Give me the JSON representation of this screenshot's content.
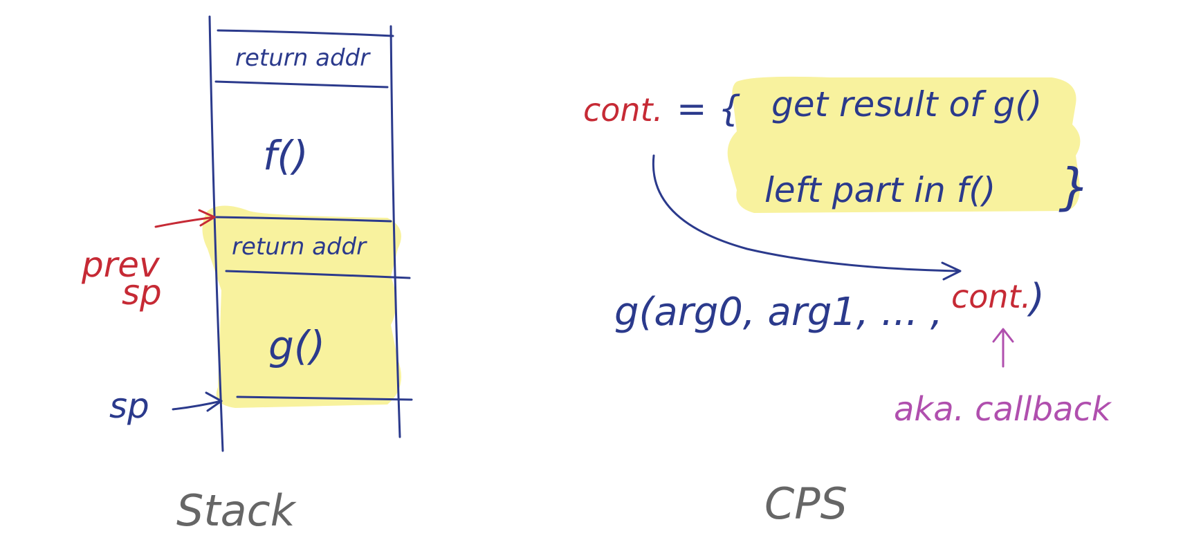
{
  "stack": {
    "return_addr_top": "return addr",
    "f_frame": "f()",
    "return_addr_mid": "return addr",
    "g_frame": "g()",
    "prev_sp_line1": "prev",
    "prev_sp_line2": "sp",
    "sp": "sp",
    "caption": "Stack"
  },
  "cps": {
    "cont_label": "cont.",
    "equals_brace": "= {",
    "line1": "get result of g()",
    "line2": "left part in f()",
    "close_brace": "}",
    "call_prefix": "g(arg0, arg1, ... ,",
    "call_cont": "cont.",
    "call_close": ")",
    "aka": "aka. callback",
    "caption": "CPS"
  },
  "colors": {
    "blue_ink": "#2b3a8c",
    "red_ink": "#c62a35",
    "purple_ink": "#b04fae",
    "grey_ink": "#666666",
    "highlight": "#f8f29e"
  }
}
